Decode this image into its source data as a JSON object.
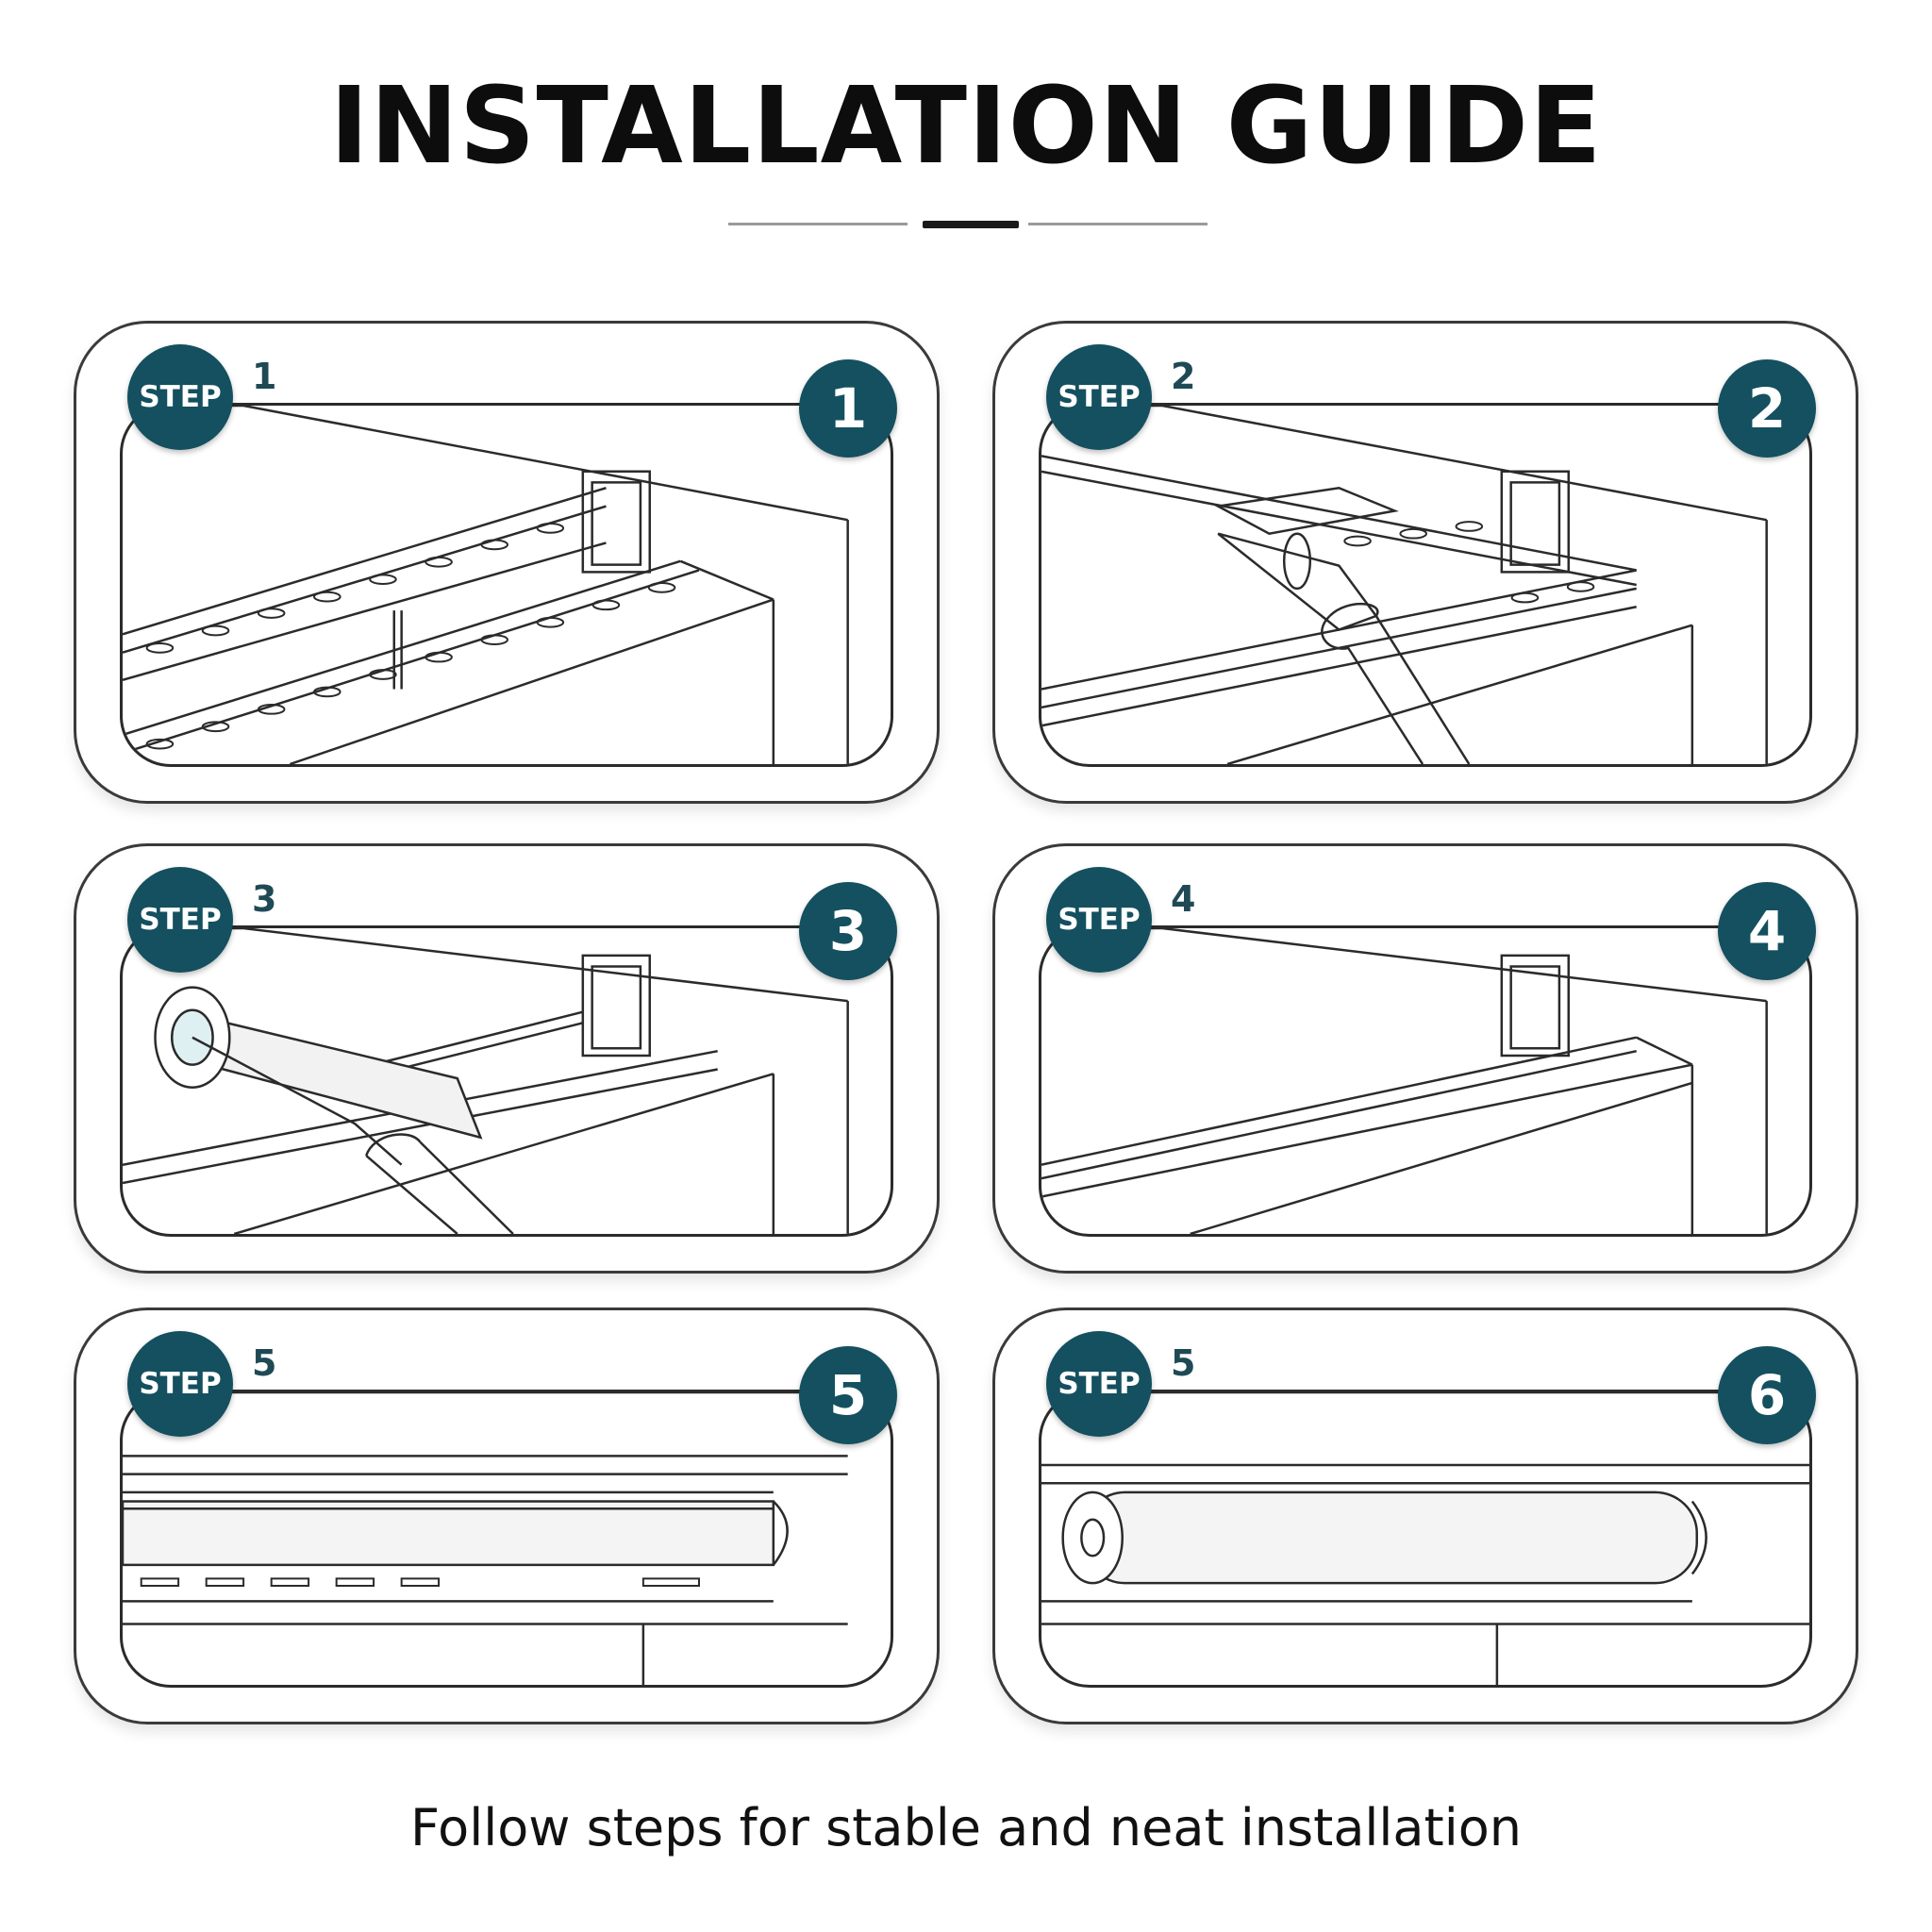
{
  "title": "INSTALLATION GUIDE",
  "caption": "Follow steps for stable and neat installation",
  "colors": {
    "badge": "#14505f",
    "line": "#2b2b2b"
  },
  "steps": [
    {
      "badge_label": "STEP",
      "step_number": "1",
      "big_number": "1",
      "illustration": "rail-with-slots-and-end-bracket"
    },
    {
      "badge_label": "STEP",
      "step_number": "2",
      "big_number": "2",
      "illustration": "scraper-pressing-rail"
    },
    {
      "badge_label": "STEP",
      "step_number": "3",
      "big_number": "3",
      "illustration": "paint-roller-on-rail"
    },
    {
      "badge_label": "STEP",
      "step_number": "4",
      "big_number": "4",
      "illustration": "rail-installed-with-bracket"
    },
    {
      "badge_label": "STEP",
      "step_number": "5",
      "big_number": "5",
      "illustration": "cover-strip-clipped-on"
    },
    {
      "badge_label": "STEP",
      "step_number": "5",
      "big_number": "6",
      "illustration": "roller-tube-in-housing"
    }
  ]
}
